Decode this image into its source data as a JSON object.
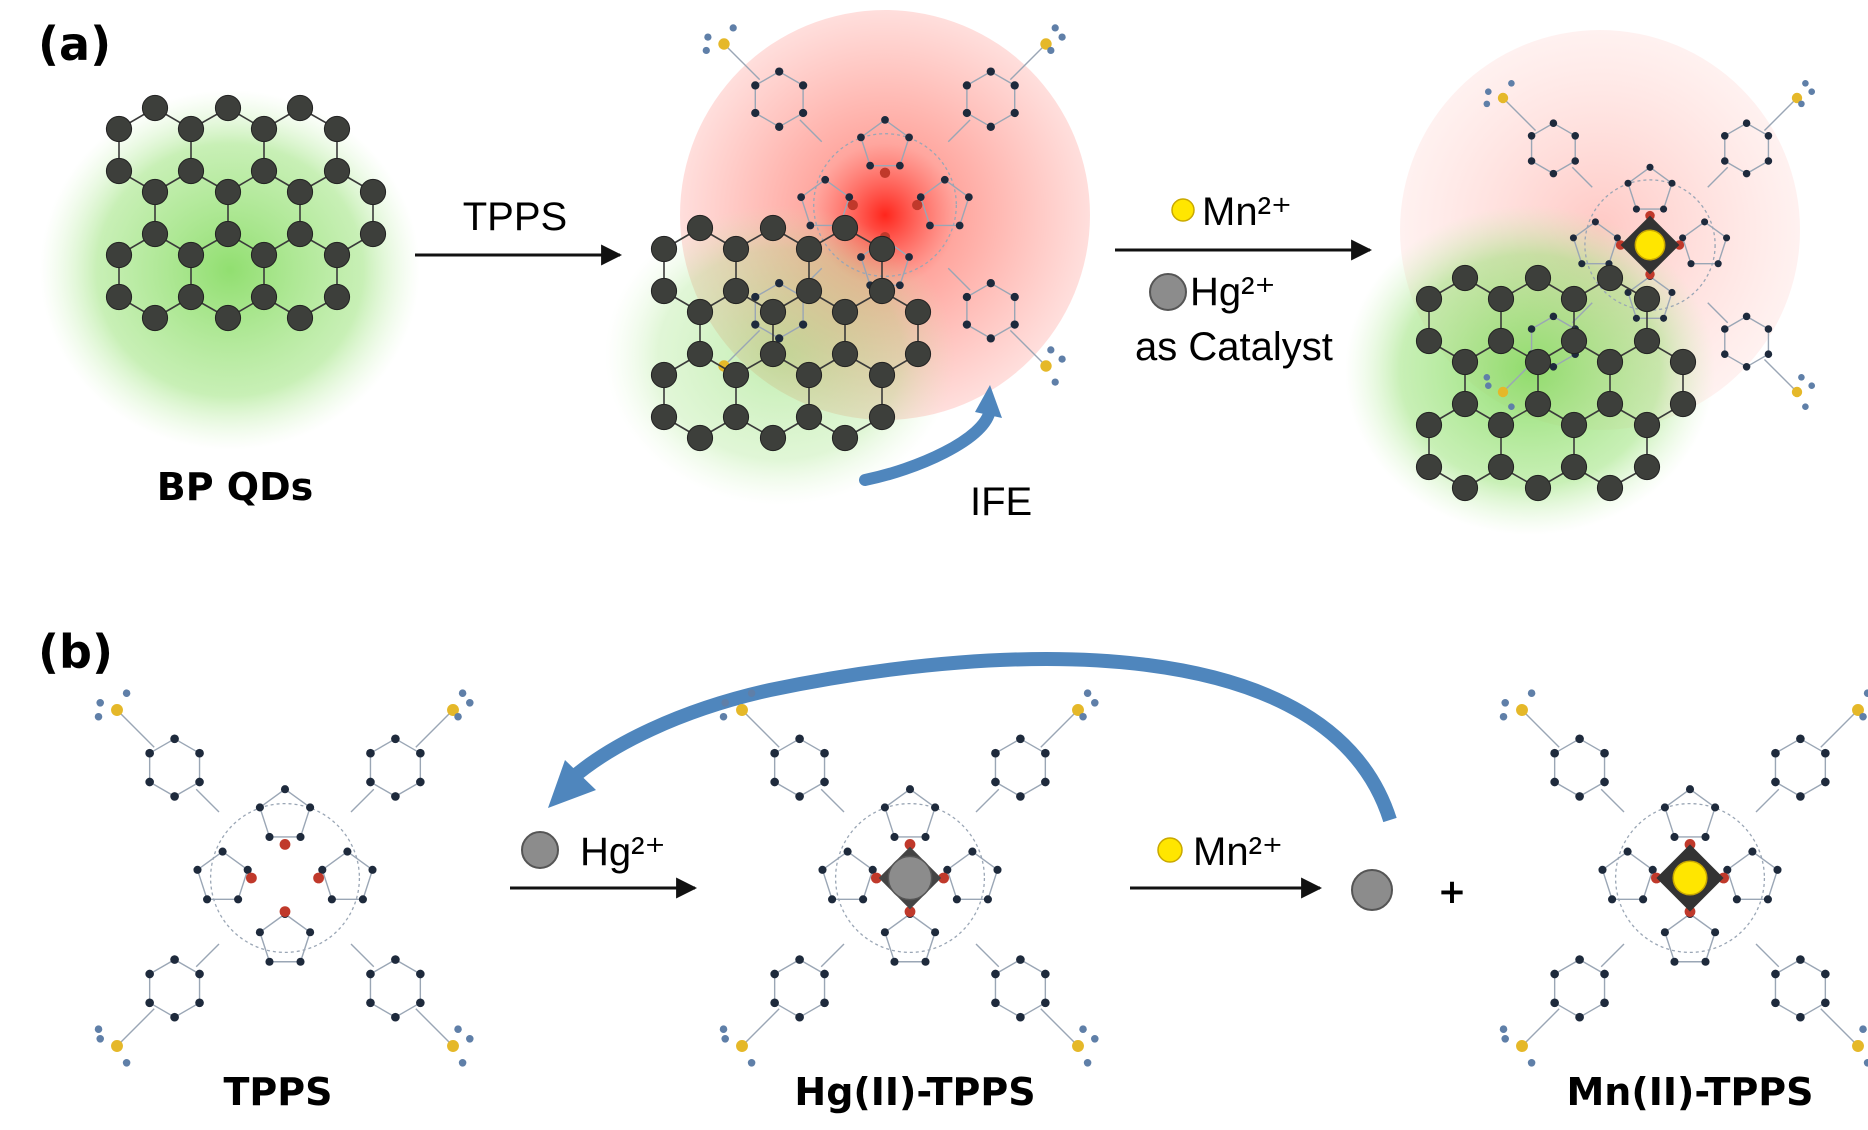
{
  "panel_a": {
    "label": "(a)",
    "bpqd_caption": "BP QDs",
    "arrow1_label": "TPPS",
    "arrow2_label_mn": "Mn²⁺",
    "arrow2_label_hg": "Hg²⁺",
    "arrow2_label_catalyst": "as Catalyst",
    "ife_label": "IFE"
  },
  "panel_b": {
    "label": "(b)",
    "tpps_caption": "TPPS",
    "hg_tpps_caption": "Hg(II)-TPPS",
    "mn_tpps_caption": "Mn(II)-TPPS",
    "arrow1_label": "Hg²⁺",
    "arrow2_label": "Mn²⁺",
    "plus_sign": "+"
  },
  "colors": {
    "atom_dark": "#3d3f3b",
    "glow_green": "#7ed957",
    "glow_red": "#ff2a1a",
    "mn_yellow": "#ffe600",
    "hg_grey": "#8c8c8c",
    "recycle_arrow": "#4f86bd",
    "ring_node": "#1e2a3c",
    "n_red": "#c0392b",
    "s_gold": "#e5b829"
  }
}
